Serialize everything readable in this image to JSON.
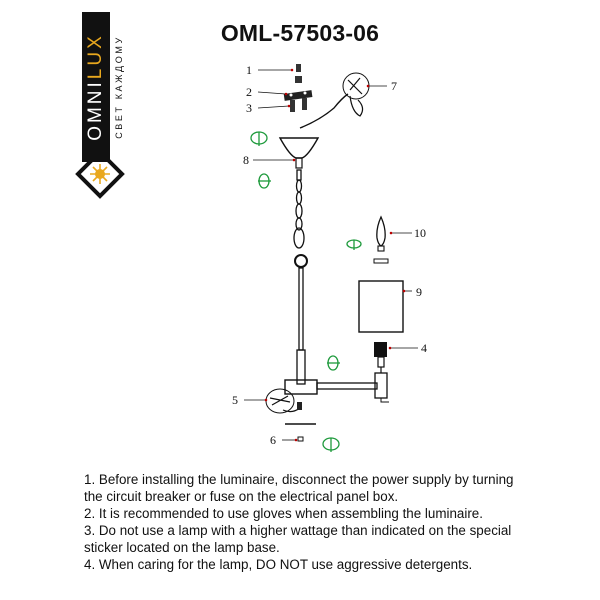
{
  "brand": {
    "name": [
      "OMNI",
      "LUX"
    ],
    "tagline": "СВЕТ КАЖДОМУ",
    "accent_color": "#e9a81e"
  },
  "title": "OML-57503-06",
  "callouts": [
    "1",
    "2",
    "3",
    "4",
    "5",
    "6",
    "7",
    "8",
    "9",
    "10"
  ],
  "notes": [
    "1. Before installing the luminaire, disconnect the power supply by turning the circuit breaker or fuse on the electrical panel box.",
    "2. It is recommended to use gloves when assembling the luminaire.",
    "3. Do not use a lamp with a higher wattage than indicated on the special sticker located on the lamp base.",
    "4. When caring for the lamp, DO NOT use aggressive detergents."
  ]
}
